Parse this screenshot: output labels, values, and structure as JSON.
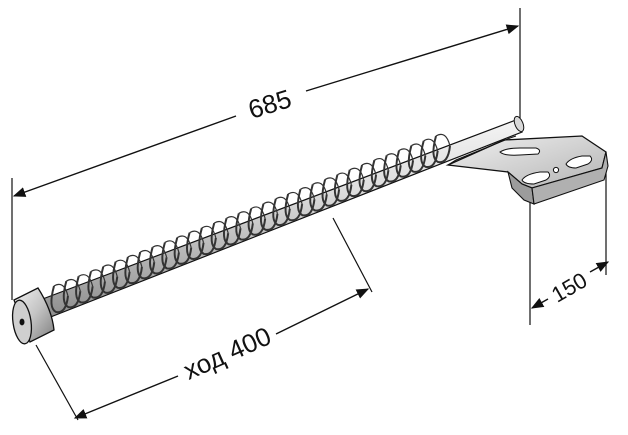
{
  "dimensions": {
    "overall_length": "685",
    "stroke_travel": "ход 400",
    "bracket_width": "150"
  },
  "colors": {
    "line": "#111111",
    "rod_light": "#f4f4f4",
    "rod_mid": "#c8c8c8",
    "rod_dark": "#8a8a8a",
    "spring": "#333333",
    "bracket_light": "#e6e6e6",
    "bracket_dark": "#9a9a9a"
  },
  "icons": [
    "dimension-arrow-icon",
    "spring-coil-icon",
    "mounting-bracket-icon",
    "end-cap-icon"
  ]
}
